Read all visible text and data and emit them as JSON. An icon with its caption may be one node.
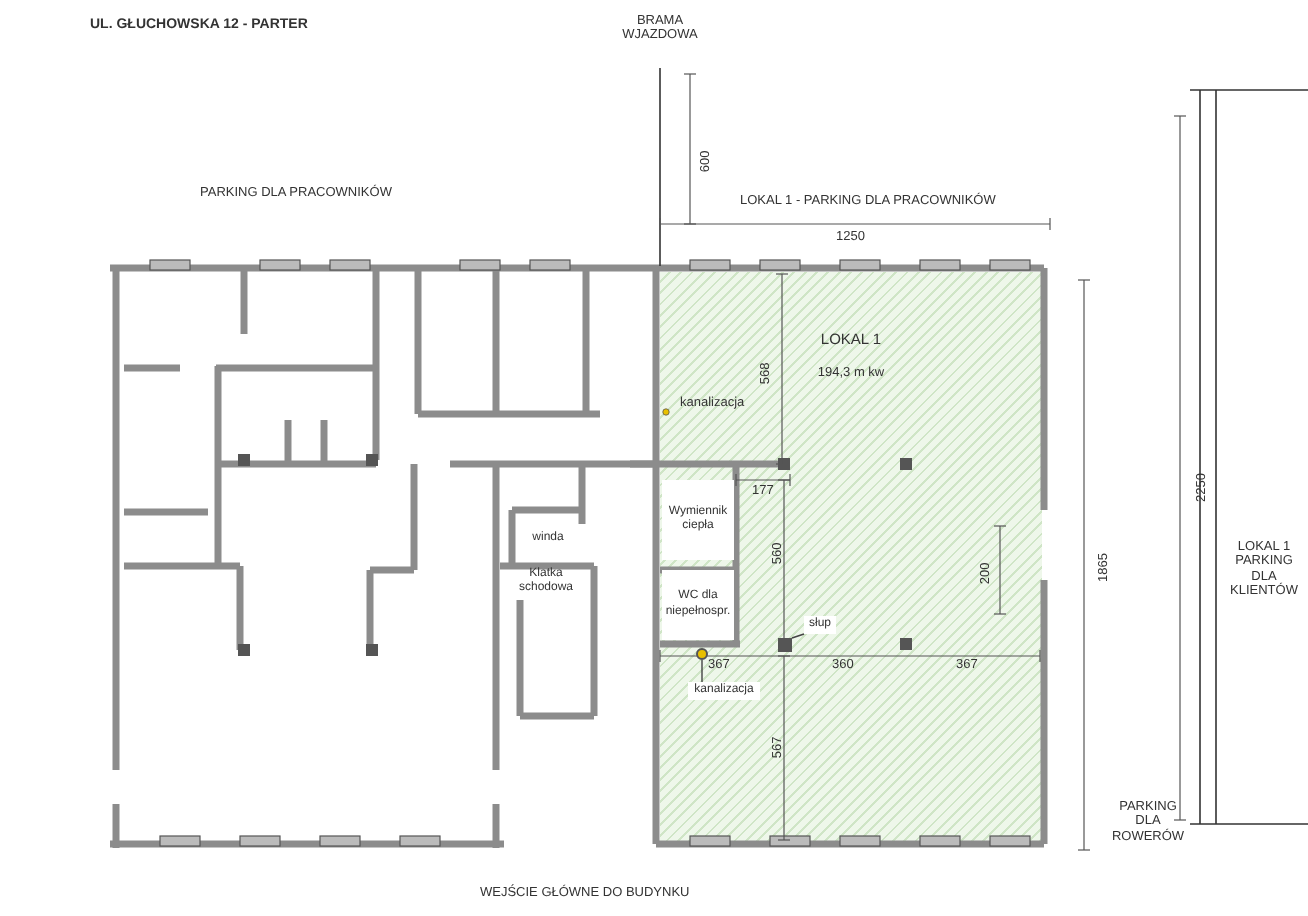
{
  "diagram": {
    "title": "UL. GŁUCHOWSKA 12 - PARTER",
    "nodes": [
      {
        "text": [
          "Wymiennik ciepła"
        ],
        "in": 4
      },
      {
        "text": [
          "WC dla niepełnospr."
        ],
        "in": 4
      },
      {
        "text": [
          "Klatka schodowa"
        ]
      },
      {
        "text": [
          "winda"
        ]
      },
      {
        "text": [
          "LOKAL 1",
          "194,3 m kw"
        ]
      },
      {
        "text": [
          "słup"
        ],
        "in": 4
      },
      {
        "text": [],
        "shape": "box",
        "in": 4
      },
      {
        "text": [
          "kanalizacja"
        ],
        "in": 4
      },
      {
        "text": [],
        "shape": "circle",
        "in": 4
      }
    ],
    "edges": [
      {
        "from": 5,
        "to": 6,
        "arrow": "none"
      },
      {
        "from": 7,
        "to": 8,
        "arrow": "none"
      }
    ],
    "labels": [
      "BRAMA WJAZDOWA",
      "PARKING DLA PRACOWNIKÓW",
      "600",
      "LOKAL 1 - PARKING DLA PRACOWNIKÓW",
      "1250",
      "568",
      "kanalizacja",
      "2250",
      "177",
      "560",
      "200",
      "1865",
      "LOKAL 1 PARKING DLA KLIENTÓW",
      "367",
      "360",
      "367",
      "567",
      "PARKING DLA ROWERÓW",
      "WEJŚCIE GŁÓWNE DO BUDYNKU"
    ]
  }
}
